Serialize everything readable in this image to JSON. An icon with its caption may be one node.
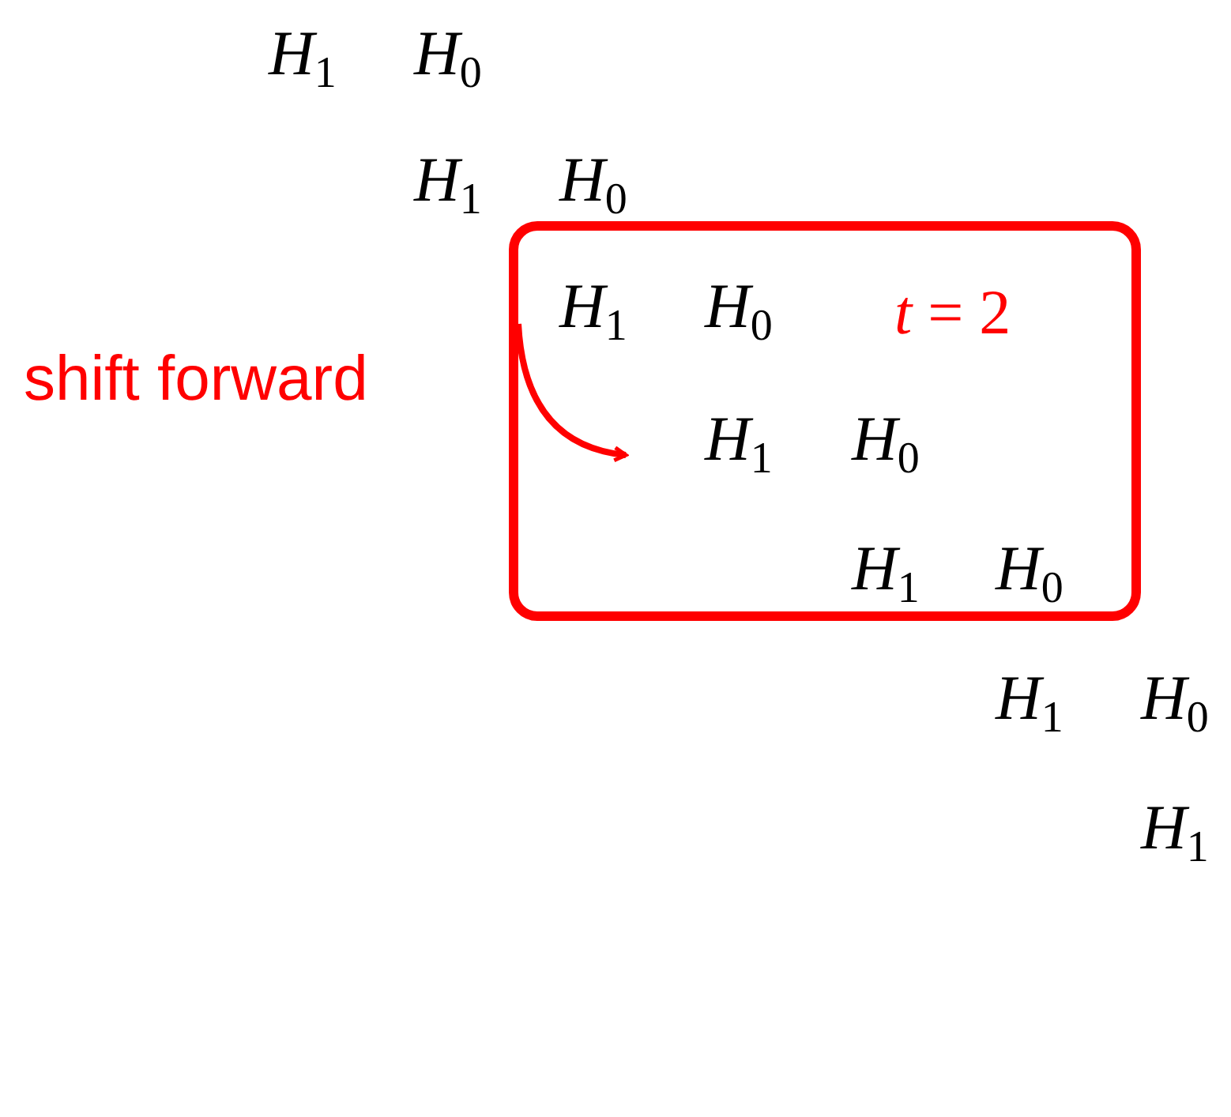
{
  "diagram": {
    "nodes": [
      {
        "text": [
          "*t* = 2"
        ]
      }
    ],
    "labels": [
      "*H*$_{1}$",
      "*H*$_{0}$",
      "*H*$_{1}$",
      "*H*$_{0}$",
      "*H*$_{1}$",
      "*H*$_{0}$",
      "shift forward",
      "*H*$_{1}$",
      "*H*$_{0}$",
      "*H*$_{1}$",
      "*H*$_{0}$",
      "*H*$_{1}$",
      "*H*$_{0}$",
      "*H*$_{1}$"
    ]
  }
}
